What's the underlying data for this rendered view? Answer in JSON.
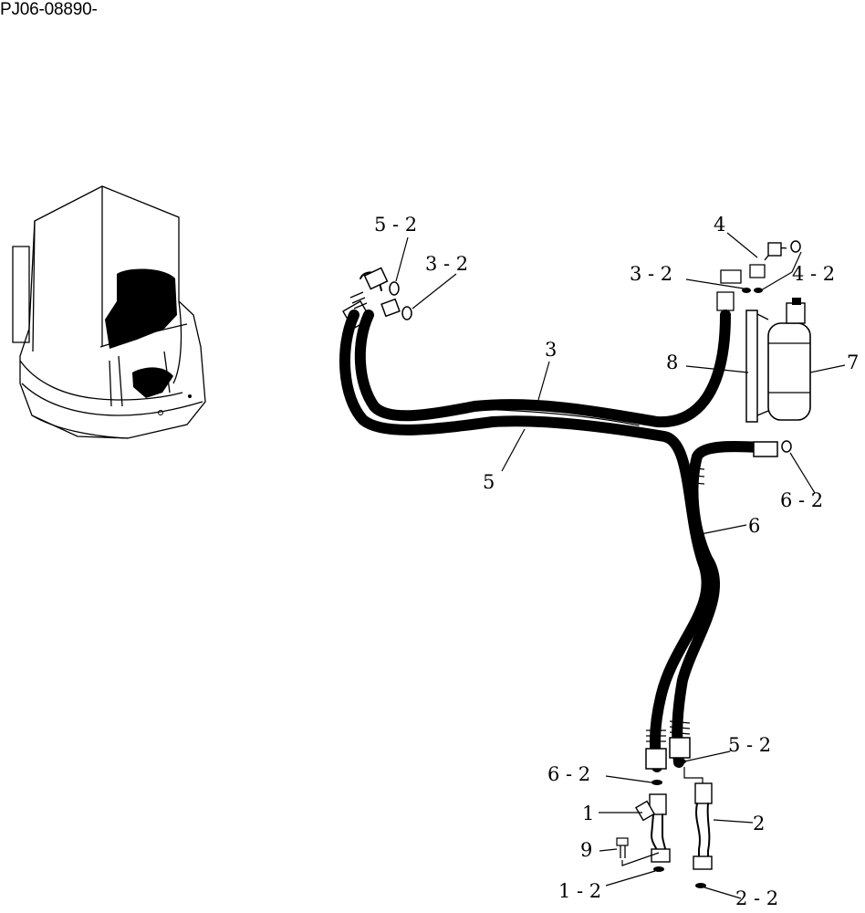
{
  "header": {
    "doc_id": "PJ06-08890-"
  },
  "callouts": {
    "c_5_2_top": "5 - 2",
    "c_3_2_top": "3 - 2",
    "c_4": "4",
    "c_3_2_right": "3 - 2",
    "c_4_2": "4 - 2",
    "c_3": "3",
    "c_8": "8",
    "c_7": "7",
    "c_5": "5",
    "c_6_2_right": "6 - 2",
    "c_6": "6",
    "c_5_2_bottom": "5 - 2",
    "c_6_2_bottom": "6 - 2",
    "c_1": "1",
    "c_2": "2",
    "c_9": "9",
    "c_1_2": "1 - 2",
    "c_2_2": "2 - 2"
  }
}
